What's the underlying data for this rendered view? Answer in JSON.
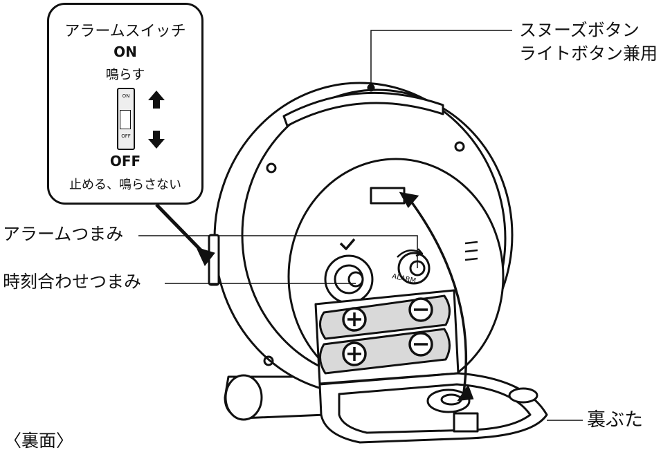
{
  "callout": {
    "title": "アラームスイッチ",
    "on_label": "ON",
    "on_desc": "鳴らす",
    "switch_on_mark": "ON",
    "switch_off_mark": "OFF",
    "off_label": "OFF",
    "off_desc": "止める、鳴らさない"
  },
  "labels": {
    "snooze_line1": "スヌーズボタン",
    "snooze_line2": "ライトボタン兼用",
    "alarm_knob": "アラームつまみ",
    "time_knob": "時刻合わせつまみ",
    "back_cover": "裏ぶた",
    "view_caption": "〈裏面〉",
    "alarm_engraving": "ALARM"
  },
  "icons": [
    "up-arrow-icon",
    "down-arrow-icon",
    "check-mark-icon",
    "rotate-arrow-icon",
    "battery-plus-icon",
    "battery-minus-icon"
  ],
  "colors": {
    "ink": "#111111",
    "battery": "#d9d9d9",
    "body": "#ffffff"
  }
}
